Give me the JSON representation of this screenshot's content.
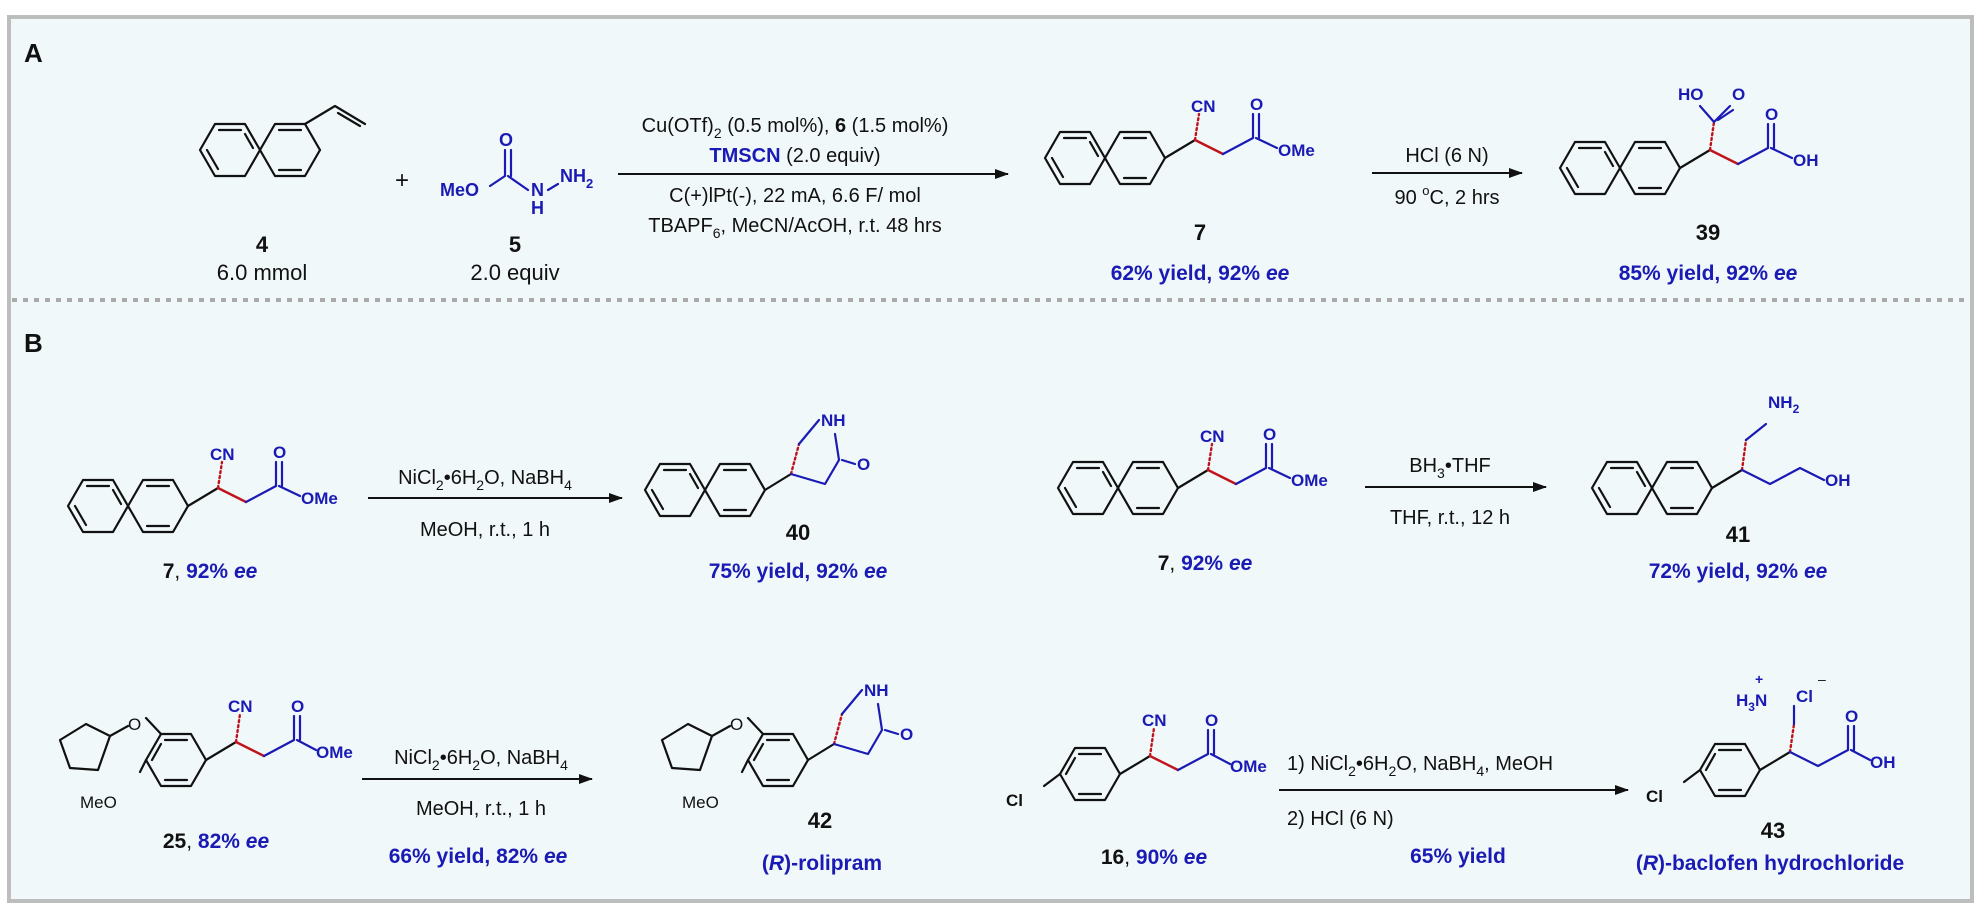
{
  "panels": {
    "a": {
      "label": "A"
    },
    "b": {
      "label": "B"
    }
  },
  "colors": {
    "accent": "#1a1ab4",
    "bond_highlight": "#c0141c",
    "panel_bg": "#f1f8f9"
  },
  "scheme_a": {
    "sm4": {
      "id": "4",
      "amount": "6.0 mmol"
    },
    "plus": "+",
    "sm5": {
      "id": "5",
      "amount": "2.0 equiv",
      "atoms": {
        "o": "O",
        "meo": "MeO",
        "n": "N",
        "h": "H",
        "nh": "NH",
        "nh_sub": "2"
      }
    },
    "cond1": {
      "l1a": "Cu(OTf)",
      "l1a_sub": "2",
      "l1b": " (0.5 mol%), ",
      "l1c": "6",
      "l1d": " (1.5 mol%)",
      "l2a": "TMSCN",
      "l2b": " (2.0 equiv)",
      "l3": "C(+)lPt(-), 22 mA, 6.6 F/ mol",
      "l4a": "TBAPF",
      "l4a_sub": "6",
      "l4b": ", MeCN/AcOH, r.t. 48 hrs"
    },
    "p7": {
      "id": "7",
      "result": "62% yield, 92% ",
      "ee": "ee",
      "atoms": {
        "cn": "CN",
        "o": "O",
        "ome": "OMe"
      }
    },
    "cond2": {
      "l1": "HCl (6 N)",
      "l2a": "90 ",
      "l2sup": "o",
      "l2b": "C, 2 hrs"
    },
    "p39": {
      "id": "39",
      "result": "85% yield, 92% ",
      "ee": "ee",
      "atoms": {
        "ho": "HO",
        "o": "O",
        "o2": "O",
        "oh": "OH"
      }
    }
  },
  "scheme_b1": {
    "sm": {
      "id": "7",
      "sep": ", ",
      "val": "92% ",
      "ee": "ee",
      "atoms": {
        "cn": "CN",
        "o": "O",
        "ome": "OMe"
      }
    },
    "cond": {
      "l1a": "NiCl",
      "l1a_sub": "2",
      "l1b": "•6H",
      "l1b_sub": "2",
      "l1c": "O, NaBH",
      "l1c_sub": "4",
      "l2": "MeOH, r.t., 1 h"
    },
    "prod": {
      "id": "40",
      "result": "75% yield, 92% ",
      "ee": "ee",
      "atoms": {
        "nh": "NH",
        "o": "O"
      }
    }
  },
  "scheme_b2": {
    "sm": {
      "id": "7",
      "sep": ", ",
      "val": "92% ",
      "ee": "ee",
      "atoms": {
        "cn": "CN",
        "o": "O",
        "ome": "OMe"
      }
    },
    "cond": {
      "l1a": "BH",
      "l1a_sub": "3",
      "l1b": "•THF",
      "l2": "THF, r.t., 12 h"
    },
    "prod": {
      "id": "41",
      "result": "72% yield, 92% ",
      "ee": "ee",
      "atoms": {
        "nh": "NH",
        "nh_sub": "2",
        "oh": "OH"
      }
    }
  },
  "scheme_b3": {
    "sm": {
      "id": "25",
      "sep": ", ",
      "val": "82% ",
      "ee": "ee",
      "atoms": {
        "cn": "CN",
        "o": "O",
        "o2": "O",
        "ome": "OMe",
        "meo": "MeO"
      }
    },
    "cond": {
      "l1a": "NiCl",
      "l1a_sub": "2",
      "l1b": "•6H",
      "l1b_sub": "2",
      "l1c": "O, NaBH",
      "l1c_sub": "4",
      "l2": "MeOH, r.t., 1 h",
      "result": "66% yield, 82% ",
      "ee": "ee"
    },
    "prod": {
      "id": "42",
      "name_a": "(",
      "name_r": "R",
      "name_b": ")-rolipram",
      "atoms": {
        "nh": "NH",
        "o": "O",
        "o2": "O",
        "meo": "MeO"
      }
    }
  },
  "scheme_b4": {
    "sm": {
      "id": "16",
      "sep": ", ",
      "val": "90% ",
      "ee": "ee",
      "atoms": {
        "cn": "CN",
        "o": "O",
        "ome": "OMe",
        "cl": "Cl"
      }
    },
    "cond": {
      "l1a": "1) NiCl",
      "l1a_sub": "2",
      "l1b": "•6H",
      "l1b_sub": "2",
      "l1c": "O, NaBH",
      "l1c_sub": "4",
      "l1d": ", MeOH",
      "l2": "2) HCl (6 N)",
      "result": "65% yield"
    },
    "prod": {
      "id": "43",
      "name_a": "(",
      "name_r": "R",
      "name_b": ")-baclofen hydrochloride",
      "atoms": {
        "h3n": "H",
        "h3n_sub": "3",
        "h3n_n": "N",
        "plus": "+",
        "cl": "Cl",
        "minus": "–",
        "o": "O",
        "oh": "OH",
        "cl_ar": "Cl"
      }
    }
  }
}
